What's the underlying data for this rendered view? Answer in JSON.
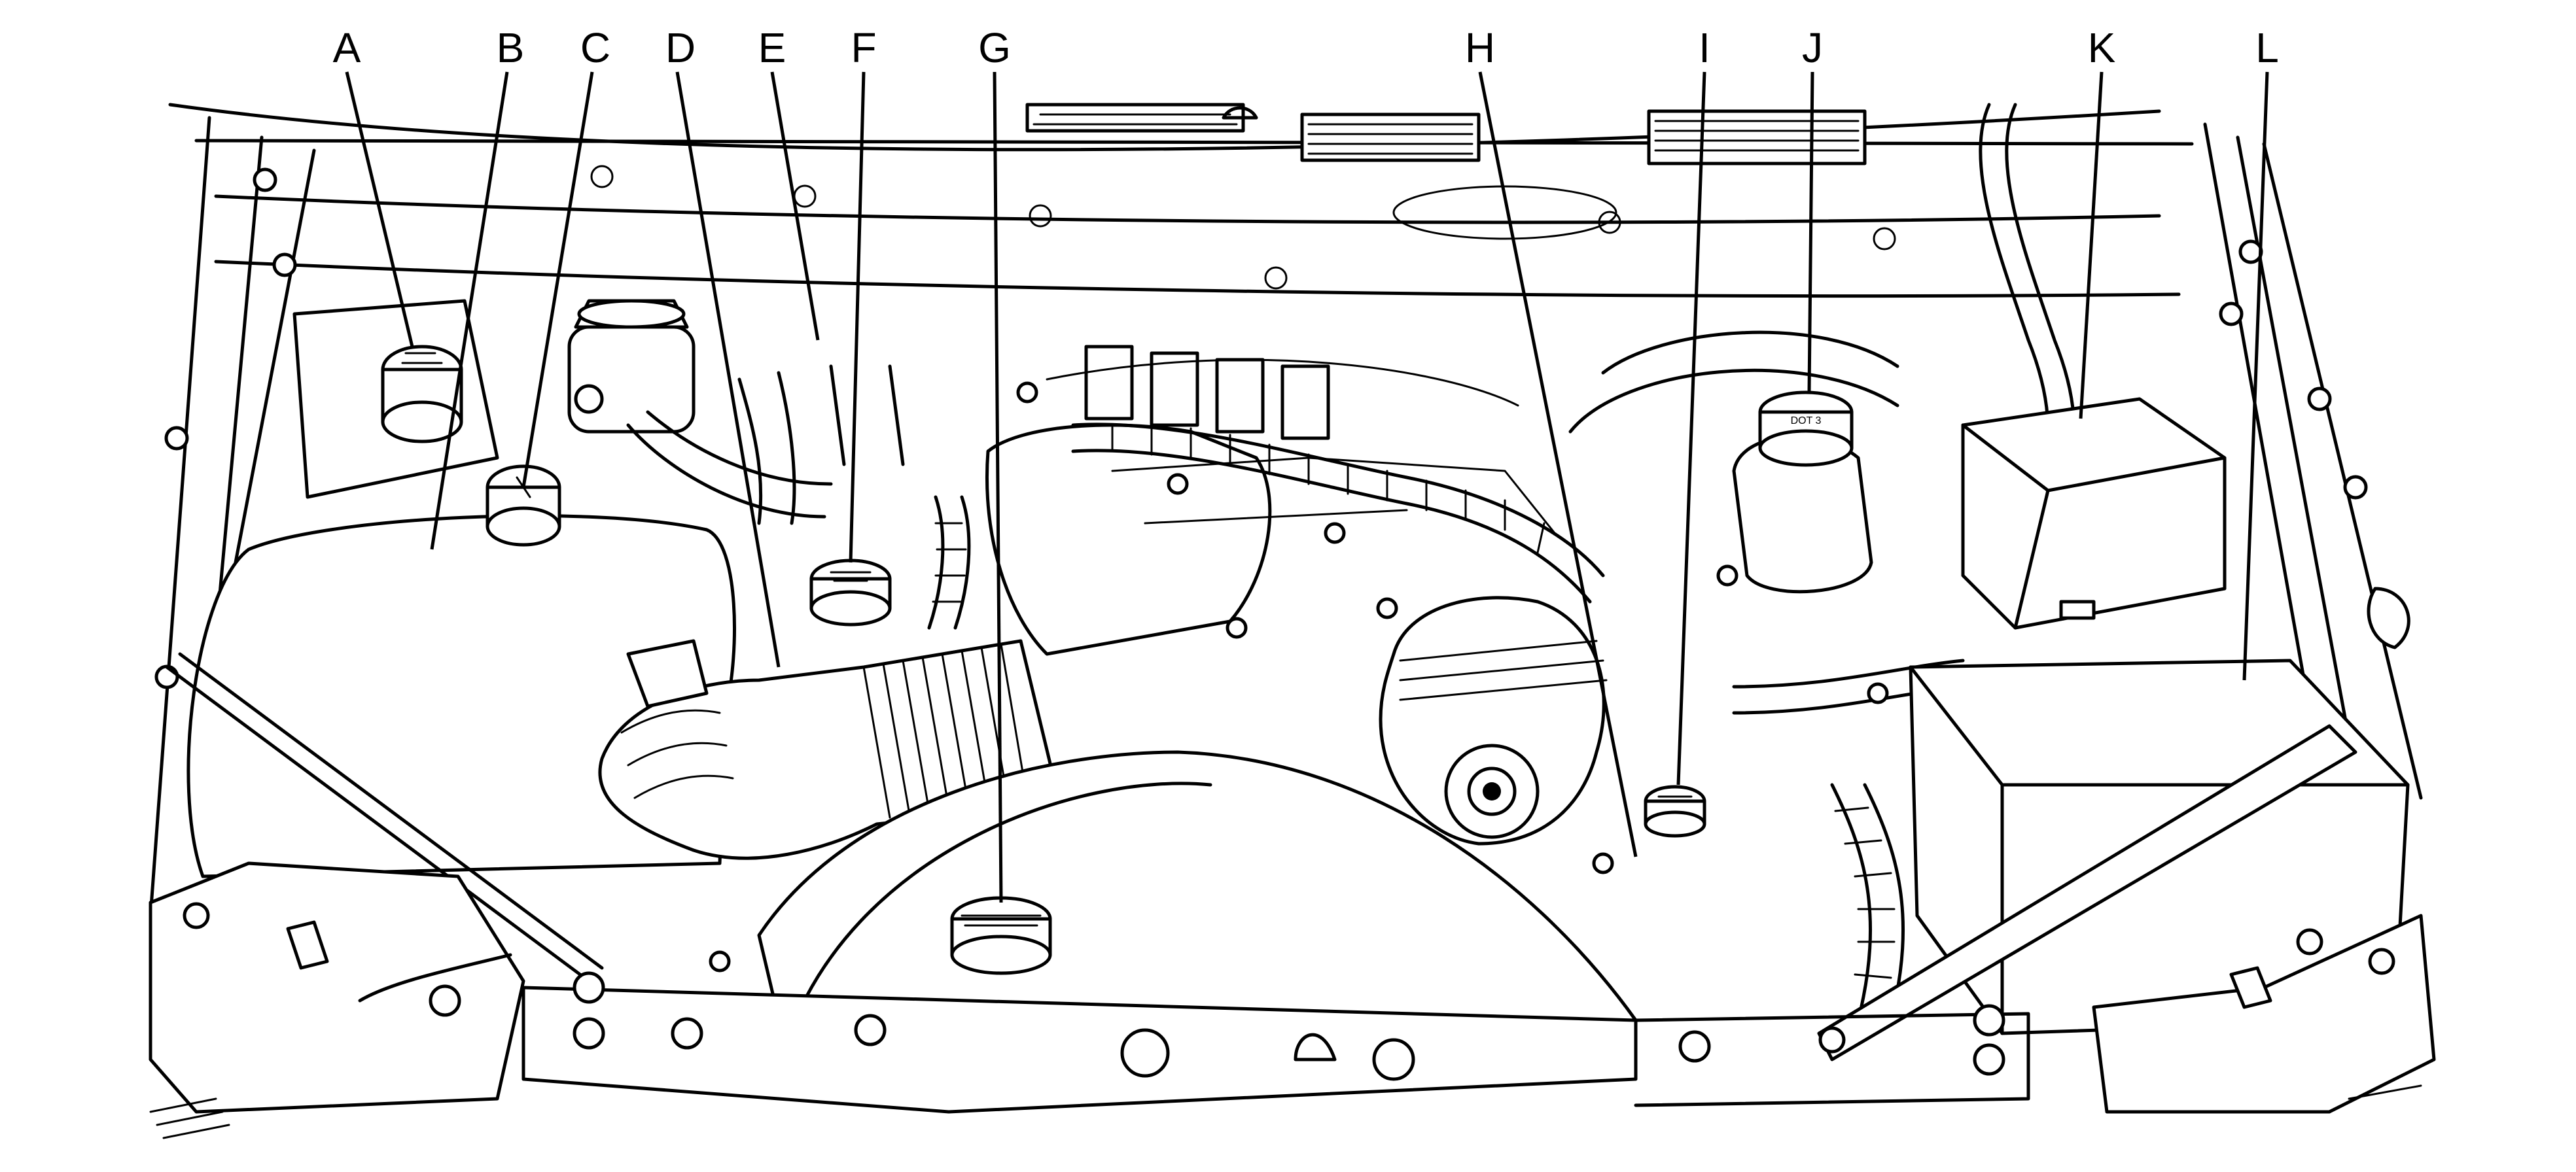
{
  "callouts": [
    {
      "id": "a",
      "label": "A"
    },
    {
      "id": "b",
      "label": "B"
    },
    {
      "id": "c",
      "label": "C"
    },
    {
      "id": "d",
      "label": "D"
    },
    {
      "id": "e",
      "label": "E"
    },
    {
      "id": "f",
      "label": "F"
    },
    {
      "id": "g",
      "label": "G"
    },
    {
      "id": "h",
      "label": "H"
    },
    {
      "id": "i",
      "label": "I"
    },
    {
      "id": "j",
      "label": "J"
    },
    {
      "id": "k",
      "label": "K"
    },
    {
      "id": "l",
      "label": "L"
    }
  ],
  "caps": {
    "brake_fluid_cap_text": "DOT 3"
  },
  "colors": {
    "line": "#000000",
    "background": "#ffffff"
  }
}
